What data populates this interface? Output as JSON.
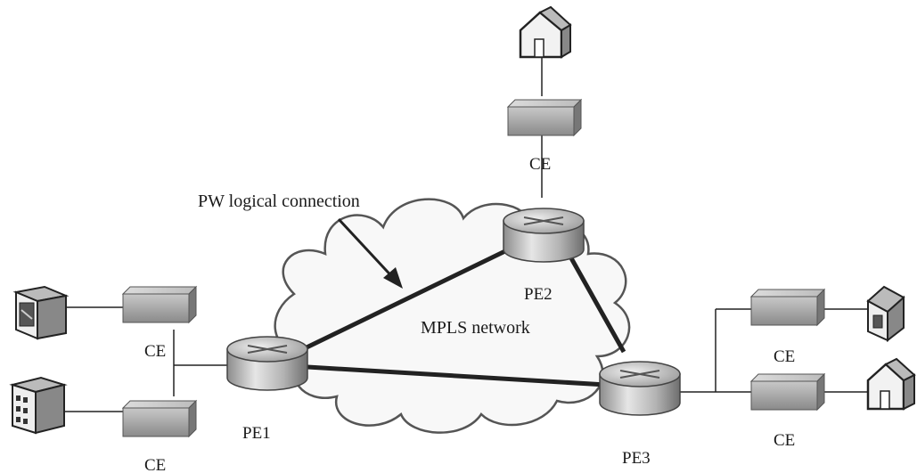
{
  "annotation": {
    "text": "PW logical connection"
  },
  "cloud": {
    "label": "MPLS network"
  },
  "routers": {
    "pe1": {
      "label": "PE1"
    },
    "pe2": {
      "label": "PE2"
    },
    "pe3": {
      "label": "PE3"
    }
  },
  "switches": {
    "ce_pe2": {
      "label": "CE"
    },
    "ce_left_top": {
      "label": "CE"
    },
    "ce_left_bottom": {
      "label": "CE"
    },
    "ce_right_top": {
      "label": "CE"
    },
    "ce_right_bottom": {
      "label": "CE"
    }
  },
  "sites": {
    "top": {
      "icon": "house-icon"
    },
    "left_top": {
      "icon": "server-building-icon"
    },
    "left_bottom": {
      "icon": "office-building-icon"
    },
    "right_top": {
      "icon": "building-icon"
    },
    "right_bottom": {
      "icon": "house-icon"
    }
  }
}
